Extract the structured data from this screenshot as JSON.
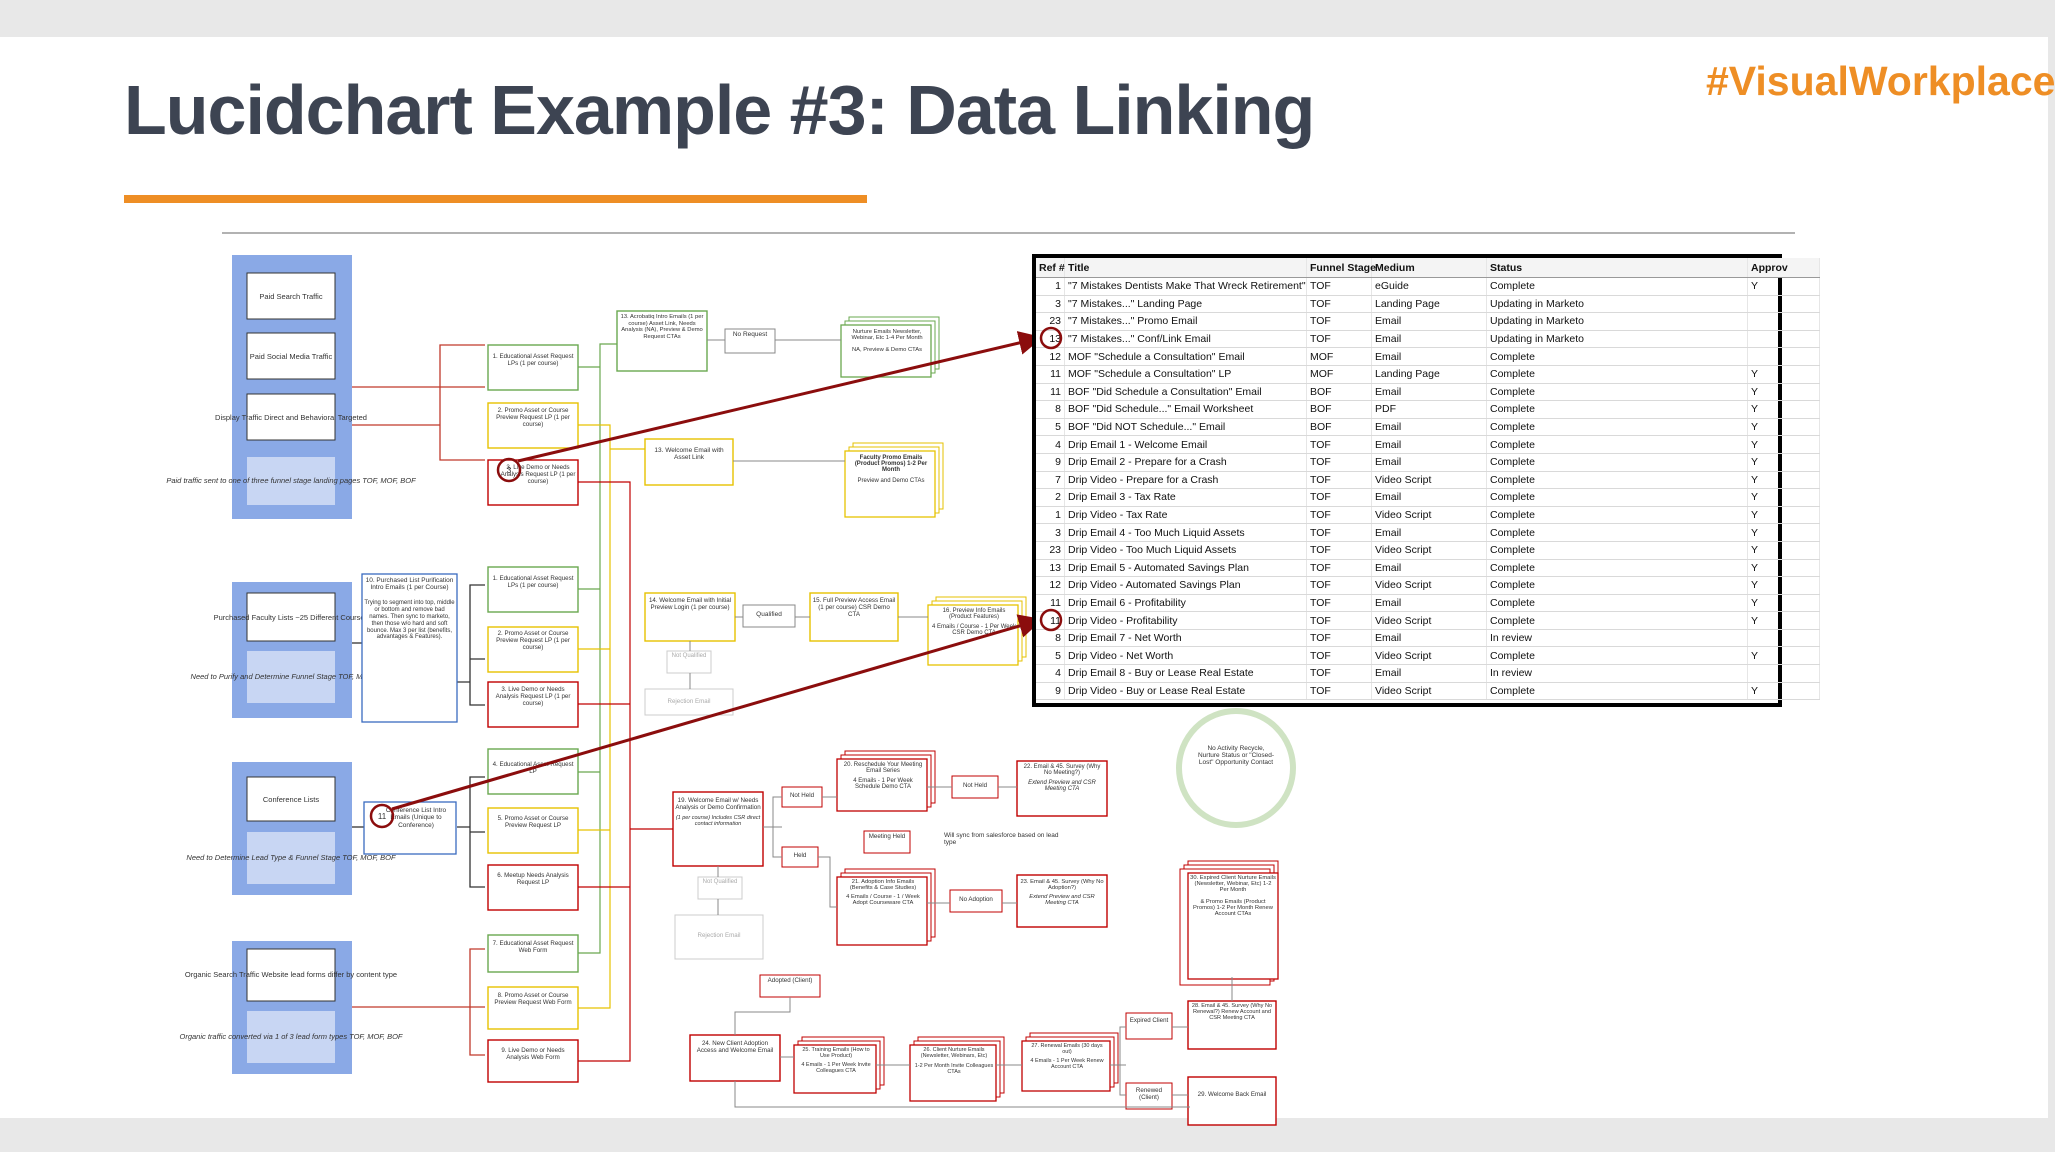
{
  "header": {
    "title": "Lucidchart Example #3: Data Linking",
    "hashtag": "#VisualWorkplace"
  },
  "colors": {
    "accent": "#ee8e25",
    "title": "#3d4452",
    "link_red": "#8b0d0d",
    "source_blue": "#8aa9e6",
    "box_green": "#6aa84f",
    "box_yellow": "#e6c200",
    "box_red": "#c00000"
  },
  "sources": [
    {
      "items": [
        "Paid Search Traffic",
        "Paid Social Media Traffic",
        "Display Traffic Direct and Behavioral Targeted"
      ],
      "note": "Paid traffic sent to one of three funnel stage landing pages TOF, MOF, BOF"
    },
    {
      "items": [
        "Purchased Faculty Lists ~25 Different Courses"
      ],
      "note": "Need to Purify and Determine Funnel Stage TOF, MOF, BOF"
    },
    {
      "items": [
        "Conference Lists"
      ],
      "note": "Need to Determine Lead Type & Funnel Stage TOF, MOF, BOF"
    },
    {
      "items": [
        "Organic Search Traffic Website lead forms differ by content type"
      ],
      "note": "Organic traffic converted via 1 of 3 lead form types TOF, MOF, BOF"
    }
  ],
  "nodes": {
    "purchased_list": "10. Purchased List Purification Intro Emails (1 per Course)",
    "purchased_list_note": "Trying to segment into top, middle or bottom and remove bad names. Then sync to marketo, then those w/o hard and soft bounce. Max 3 per list (benefits, advantages & Features).",
    "conference_list": "Conference List Intro Emails (Unique to Conference)",
    "lp_group1": [
      "1. Educational Asset Request LPs (1 per course)",
      "2. Promo Asset or Course Preview Request LP (1 per course)",
      "3. Live Demo or Needs Analysis Request LP (1 per course)"
    ],
    "lp_group2": [
      "1. Educational Asset Request LPs (1 per course)",
      "2. Promo Asset or Course Preview Request LP (1 per course)",
      "3. Live Demo or Needs Analysis Request LP (1 per course)"
    ],
    "lp_group3": [
      "4. Educational Asset Request LP",
      "5. Promo Asset or Course Preview Request LP",
      "6. Meetup Needs Analysis Request LP"
    ],
    "lp_group4": [
      "7. Educational Asset Request Web Form",
      "8. Promo Asset or Course Preview Request Web Form",
      "9. Live Demo or Needs Analysis Web Form"
    ],
    "acrobatiq": "13. Acrobatiq Intro Emails (1 per course) Asset Link, Needs Analysis (NA), Preview & Demo Request CTAs",
    "no_request": "No Request",
    "nurture": "Nurture Emails Newsletter, Webinar, Etc 1-4 Per Month",
    "nurture_note": "NA, Preview & Demo CTAs",
    "welcome13": "13. Welcome Email with Asset Link",
    "faculty_promo": "Faculty Promo Emails (Product Promos) 1-2 Per Month",
    "faculty_note": "Preview and Demo CTAs",
    "welcome14": "14. Welcome Email with Initial Preview Login (1 per course)",
    "qualified": "Qualified",
    "not_qualified": "Not Qualified",
    "rejection": "Rejection Email",
    "full_preview": "15. Full Preview Access Email (1 per course) CSR Demo CTA",
    "preview_info": "16. Preview Info Emails (Product Features)",
    "preview_note": "4 Emails / Course - 1 Per Week CSR Demo CTA",
    "reschedule": "20. Reschedule Your Meeting Email Series",
    "reschedule_note": "4 Emails - 1 Per Week Schedule Demo CTA",
    "not_held": "Not Held",
    "not_held2": "Not Held",
    "email_survey22": "22. Email & 45. Survey (Why No Meeting?)",
    "survey22_note": "Extend Preview and CSR Meeting CTA",
    "no_activity": "No Activity Recycle, Nurture Status or \"Closed-Lost\" Opportunity Contact",
    "welcome19": "19. Welcome Email w/ Needs Analysis or Demo Confirmation",
    "welcome19_note": "(1 per course) Includes CSR direct contact information",
    "meeting_held": "Meeting Held",
    "held": "Held",
    "sync_note": "Will sync from salesforce based on lead type",
    "adoption_info": "21. Adoption Info Emails (Benefits & Case Studies)",
    "adoption_note": "4 Emails / Course - 1 / Week Adopt Courseware CTA",
    "no_adoption": "No Adoption",
    "email_survey23": "23. Email & 45. Survey (Why No Adoption?)",
    "survey23_note": "Extend Preview and CSR Meeting CTA",
    "not_qualified2": "Not Qualified",
    "rejection2": "Rejection Email",
    "adopted": "Adopted (Client)",
    "expired_client": "30. Expired Client Nurture Emails (Newsletter, Webinar, Etc) 1-2 Per Month",
    "expired_note": "& Promo Emails (Product Promos) 1-2 Per Month Renew Account CTAs",
    "new_client": "24. New Client Adoption Access and Welcome Email",
    "training": "25. Training Emails (How to Use Product)",
    "training_note": "4 Emails - 1 Per Week Invite Colleagues CTA",
    "client_nurture": "26. Client Nurture Emails (Newsletter, Webinars, Etc)",
    "client_nurture_note": "1-2 Per Month Invite Colleagues CTAs",
    "renewal": "27. Renewal Emails (30 days out)",
    "renewal_note": "4 Emails - 1 Per Week Renew Account CTA",
    "expired": "Expired Client",
    "renewed": "Renewed (Client)",
    "email_survey28": "28. Email & 45. Survey (Why No Renewal?) Renew Account and CSR Meeting CTA",
    "welcome_back": "29. Welcome Back Email",
    "marker_3": "3",
    "marker_11": "11"
  },
  "sheet": {
    "columns": [
      "Ref #",
      "Title",
      "Funnel Stage",
      "Medium",
      "Status",
      "Approv"
    ],
    "rows": [
      [
        "1",
        "\"7 Mistakes Dentists Make That Wreck Retirement\"",
        "TOF",
        "eGuide",
        "Complete",
        "Y"
      ],
      [
        "3",
        "\"7 Mistakes...\" Landing Page",
        "TOF",
        "Landing Page",
        "Updating in Marketo",
        ""
      ],
      [
        "23",
        "\"7 Mistakes...\" Promo Email",
        "TOF",
        "Email",
        "Updating in Marketo",
        ""
      ],
      [
        "13",
        "\"7 Mistakes...\" Conf/Link Email",
        "TOF",
        "Email",
        "Updating in Marketo",
        ""
      ],
      [
        "12",
        "MOF \"Schedule a Consultation\" Email",
        "MOF",
        "Email",
        "Complete",
        ""
      ],
      [
        "11",
        "MOF \"Schedule a Consultation\" LP",
        "MOF",
        "Landing Page",
        "Complete",
        "Y"
      ],
      [
        "11",
        "BOF \"Did Schedule a Consultation\" Email",
        "BOF",
        "Email",
        "Complete",
        "Y"
      ],
      [
        "8",
        "BOF \"Did Schedule...\" Email Worksheet",
        "BOF",
        "PDF",
        "Complete",
        "Y"
      ],
      [
        "5",
        "BOF \"Did NOT Schedule...\" Email",
        "BOF",
        "Email",
        "Complete",
        "Y"
      ],
      [
        "4",
        "Drip Email 1 - Welcome Email",
        "TOF",
        "Email",
        "Complete",
        "Y"
      ],
      [
        "9",
        "Drip Email 2 - Prepare for a Crash",
        "TOF",
        "Email",
        "Complete",
        "Y"
      ],
      [
        "7",
        "Drip Video - Prepare for a Crash",
        "TOF",
        "Video Script",
        "Complete",
        "Y"
      ],
      [
        "2",
        "Drip Email 3 - Tax Rate",
        "TOF",
        "Email",
        "Complete",
        "Y"
      ],
      [
        "1",
        "Drip Video - Tax Rate",
        "TOF",
        "Video Script",
        "Complete",
        "Y"
      ],
      [
        "3",
        "Drip Email 4 - Too Much Liquid Assets",
        "TOF",
        "Email",
        "Complete",
        "Y"
      ],
      [
        "23",
        "Drip Video - Too Much Liquid Assets",
        "TOF",
        "Video Script",
        "Complete",
        "Y"
      ],
      [
        "13",
        "Drip Email 5 - Automated Savings Plan",
        "TOF",
        "Email",
        "Complete",
        "Y"
      ],
      [
        "12",
        "Drip Video - Automated Savings Plan",
        "TOF",
        "Video Script",
        "Complete",
        "Y"
      ],
      [
        "11",
        "Drip Email 6 - Profitability",
        "TOF",
        "Email",
        "Complete",
        "Y"
      ],
      [
        "11",
        "Drip Video - Profitability",
        "TOF",
        "Video Script",
        "Complete",
        "Y"
      ],
      [
        "8",
        "Drip Email 7 - Net Worth",
        "TOF",
        "Email",
        "In review",
        ""
      ],
      [
        "5",
        "Drip Video - Net Worth",
        "TOF",
        "Video Script",
        "Complete",
        "Y"
      ],
      [
        "4",
        "Drip Email 8 - Buy or Lease Real Estate",
        "TOF",
        "Email",
        "In review",
        ""
      ],
      [
        "9",
        "Drip Video - Buy or Lease Real Estate",
        "TOF",
        "Video Script",
        "Complete",
        "Y"
      ]
    ]
  }
}
